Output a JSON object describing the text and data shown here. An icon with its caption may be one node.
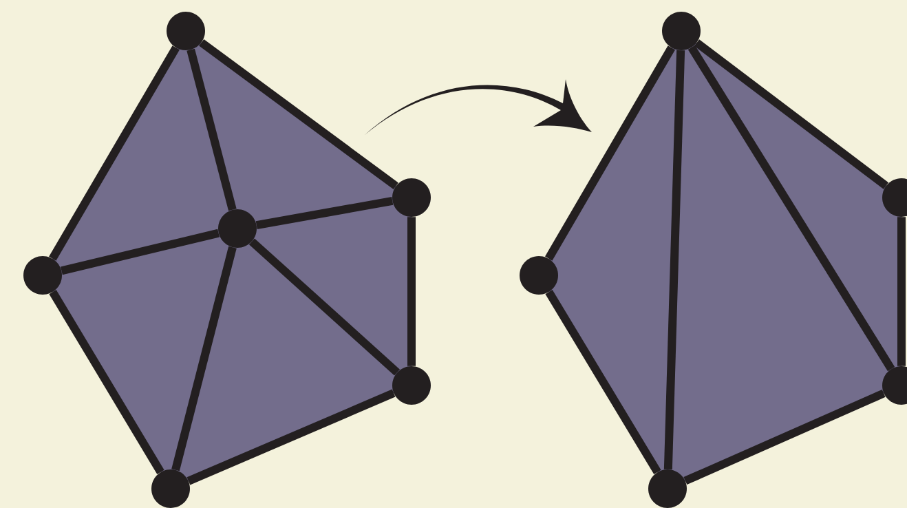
{
  "diagram": {
    "nodes": [
      {
        "text": [],
        "shape": "circle"
      },
      {
        "text": [],
        "shape": "circle"
      },
      {
        "text": [],
        "shape": "circle"
      },
      {
        "text": [],
        "shape": "circle"
      },
      {
        "text": [],
        "shape": "circle"
      },
      {
        "text": [],
        "shape": "circle"
      },
      {
        "text": [],
        "shape": "circle"
      },
      {
        "text": [],
        "shape": "circle"
      },
      {
        "text": [],
        "shape": "circle"
      },
      {
        "text": [],
        "shape": "circle"
      },
      {
        "text": [],
        "shape": "circle"
      }
    ],
    "edges": [
      {
        "from": 0,
        "to": 1,
        "arrow": "none"
      },
      {
        "from": 0,
        "to": 2,
        "arrow": "none"
      },
      {
        "from": 0,
        "to": 3,
        "arrow": "none"
      },
      {
        "from": 1,
        "to": 2,
        "arrow": "none"
      },
      {
        "from": 1,
        "to": 4,
        "arrow": "none"
      },
      {
        "from": 2,
        "to": 3,
        "arrow": "none"
      },
      {
        "from": 2,
        "to": 4,
        "arrow": "none"
      },
      {
        "from": 2,
        "to": 5,
        "arrow": "none"
      },
      {
        "from": 3,
        "to": 5,
        "arrow": "none"
      },
      {
        "from": 5,
        "to": 4,
        "arrow": "none"
      },
      {
        "from": 6,
        "to": 8,
        "arrow": "none"
      },
      {
        "from": 6,
        "to": 7,
        "arrow": "none"
      },
      {
        "from": 6,
        "to": 10,
        "arrow": "none"
      },
      {
        "from": 6,
        "to": 9,
        "arrow": "none"
      },
      {
        "from": 7,
        "to": 9,
        "arrow": "none"
      },
      {
        "from": 8,
        "to": 10,
        "arrow": "none"
      },
      {
        "from": 10,
        "to": 9,
        "arrow": "none"
      }
    ]
  }
}
